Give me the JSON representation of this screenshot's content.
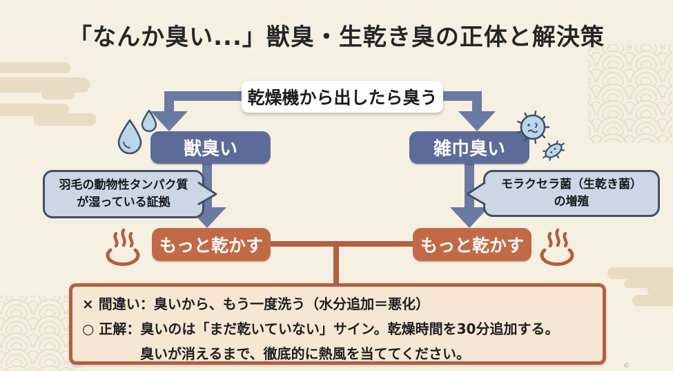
{
  "title": "「なんか臭い...」獣臭・生乾き臭の正体と解決策",
  "flowchart": {
    "root_label": "乾燥機から出したら臭う",
    "left": {
      "smell_label": "獣臭い",
      "bubble_line1": "羽毛の動物性タンパク質",
      "bubble_line2": "が湿っている証拠",
      "action_label": "もっと乾かす"
    },
    "right": {
      "smell_label": "雑巾臭い",
      "bubble_line1": "モラクセラ菌（生乾き菌）",
      "bubble_line2": "の増殖",
      "action_label": "もっと乾かす"
    }
  },
  "answer_box": {
    "wrong_line": "× 間違い：臭いから、もう一度洗う（水分追加＝悪化）",
    "correct_line1": "○ 正解：臭いのは「まだ乾いていない」サイン。乾燥時間を30分追加する。",
    "correct_line2": "臭いが消えるまで、徹底的に熱風を当ててください。"
  },
  "watermark": "©",
  "icons": {
    "water_drops": "water-drops",
    "germ": "germ-bacteria",
    "onsen": "hot-spring-steam",
    "cloud": "japanese-cloud",
    "wave": "seigaiha-wave-pattern"
  },
  "colors": {
    "background": "#f6f0e2",
    "title_text": "#262626",
    "box_slate": "#5c6b99",
    "arrow_slate": "#6b7aa3",
    "bubble_fill": "#ccd6e4",
    "bubble_border": "#414f66",
    "drop_fill": "#b9d6ea",
    "terracotta": "#c26a47",
    "terracotta_dark": "#b35f3e",
    "answer_fill": "#f6e7d4",
    "answer_text": "#1e1e1e",
    "cloud": "#e9dcc5",
    "wave": "#d7cdb6",
    "white": "#ffffff"
  }
}
